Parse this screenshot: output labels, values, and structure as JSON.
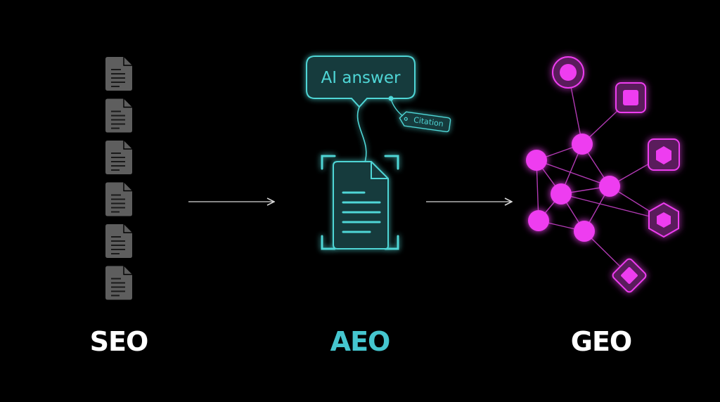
{
  "columns": {
    "seo": {
      "label": "SEO",
      "document_count": 6
    },
    "aeo": {
      "label": "AEO",
      "bubble_text": "AI answer",
      "tag_text": "Citation"
    },
    "geo": {
      "label": "GEO"
    }
  },
  "colors": {
    "background": "#000000",
    "seo_doc": "#5e5e5e",
    "aeo_accent": "#4fd6d6",
    "aeo_label": "#45c6cf",
    "geo_accent": "#ee3cf0",
    "label_white": "#ffffff",
    "arrow": "#d8d8d8"
  },
  "icons": {
    "seo_items": "document-icon",
    "aeo_items": [
      "speech-bubble-icon",
      "citation-tag-icon",
      "document-icon",
      "focus-frame-icon"
    ],
    "geo_items": [
      "circle-node-icon",
      "square-node-icon",
      "hexagon-node-icon",
      "diamond-node-icon"
    ]
  }
}
